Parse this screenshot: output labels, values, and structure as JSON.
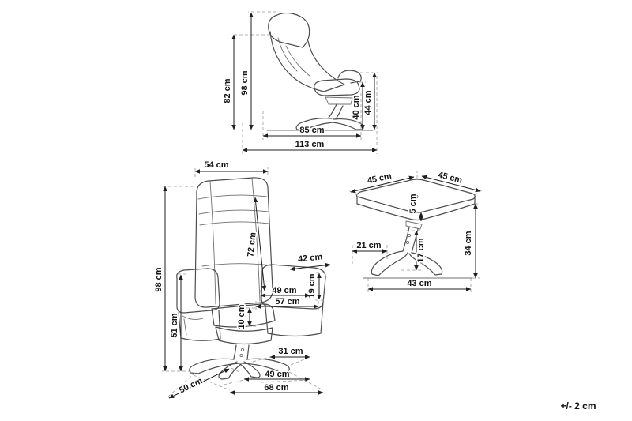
{
  "tolerance_note": "+/- 2 cm",
  "side_view": {
    "backrest_height": "82 cm",
    "total_height": "98 cm",
    "seat_height": "40 cm",
    "armrest_height": "44 cm",
    "seat_depth": "85 cm",
    "total_depth": "113 cm"
  },
  "front_view": {
    "top_width": "54 cm",
    "total_height": "98 cm",
    "armrest_height": "51 cm",
    "backrest_length": "72 cm",
    "armrest_length": "42 cm",
    "armrest_above_seat": "19 cm",
    "seat_width": "49 cm",
    "seat_outer_width": "57 cm",
    "seat_thickness": "10 cm",
    "base_column_width": "31 cm",
    "base_inner_width": "49 cm",
    "base_width": "68 cm",
    "seat_depth": "50 cm"
  },
  "ottoman": {
    "top_depth": "45 cm",
    "top_width": "45 cm",
    "cushion_thickness": "5 cm",
    "height": "34 cm",
    "leg_length": "21 cm",
    "column_height": "17 cm",
    "base_width": "43 cm"
  }
}
